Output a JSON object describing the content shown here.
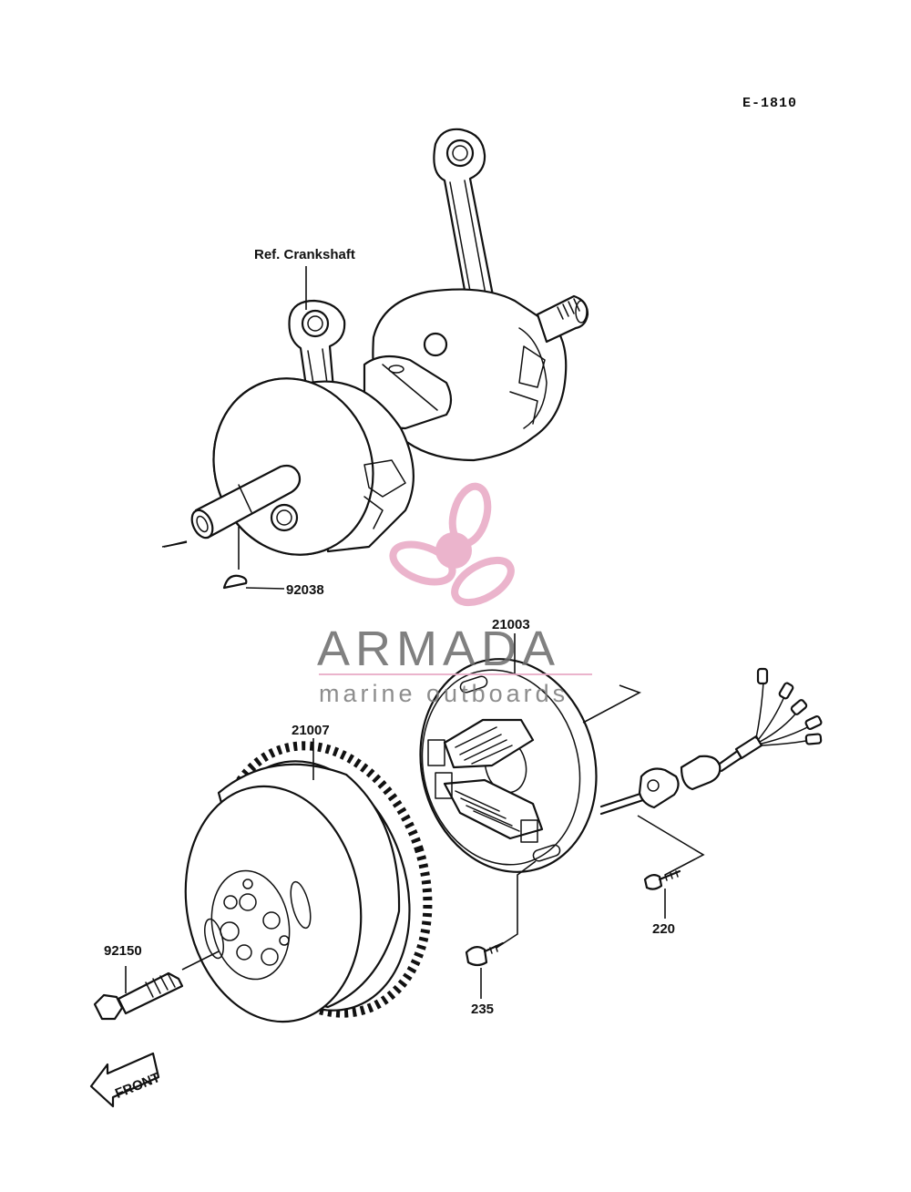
{
  "diagram_code": "E-1810",
  "callouts": {
    "ref_crankshaft": "Ref. Crankshaft",
    "key": "92038",
    "stator": "21003",
    "flywheel": "21007",
    "flywheel_bolt": "92150",
    "stator_screw": "235",
    "clamp_screw": "220"
  },
  "direction_arrow": "FRONT",
  "watermark": {
    "title": "ARMADA",
    "subtitle": "marine outboards",
    "color": "#e8a7c4",
    "text_color": "#6b6b6b"
  }
}
